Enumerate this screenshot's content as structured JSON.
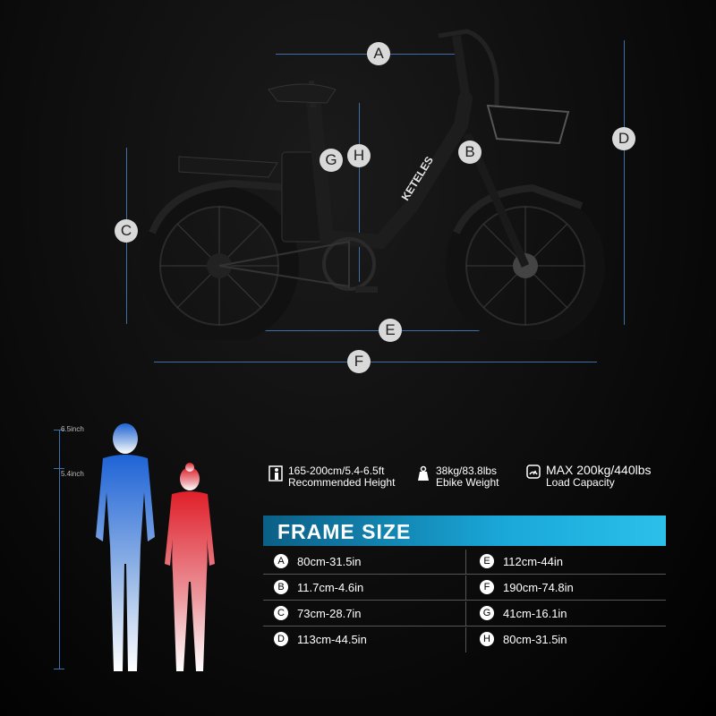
{
  "labels": {
    "A": "A",
    "B": "B",
    "C": "C",
    "D": "D",
    "E": "E",
    "F": "F",
    "G": "G",
    "H": "H"
  },
  "brand": "KETELES",
  "heights": {
    "top": "6.5inch",
    "lower": "5.4inch"
  },
  "specs": [
    {
      "line1": "165-200cm/5.4-6.5ft",
      "line2": "Recommended Height",
      "icon": "height-icon"
    },
    {
      "line1": "38kg/83.8lbs",
      "line2": "Ebike Weight",
      "icon": "weight-icon"
    },
    {
      "line1": "MAX 200kg/440lbs",
      "line2": "Load Capacity",
      "icon": "gauge-icon"
    }
  ],
  "frame": {
    "title": "FRAME SIZE",
    "rows": [
      {
        "l": "A",
        "lv": "80cm-31.5in",
        "r": "E",
        "rv": "112cm-44in"
      },
      {
        "l": "B",
        "lv": "11.7cm-4.6in",
        "r": "F",
        "rv": "190cm-74.8in"
      },
      {
        "l": "C",
        "lv": "73cm-28.7in",
        "r": "G",
        "rv": "41cm-16.1in"
      },
      {
        "l": "D",
        "lv": "113cm-44.5in",
        "r": "H",
        "rv": "80cm-31.5in"
      }
    ]
  },
  "colors": {
    "accent": "#1aa8d9",
    "dim": "#3d6fa8",
    "male": "#3a7ee0",
    "female": "#e0353b"
  }
}
